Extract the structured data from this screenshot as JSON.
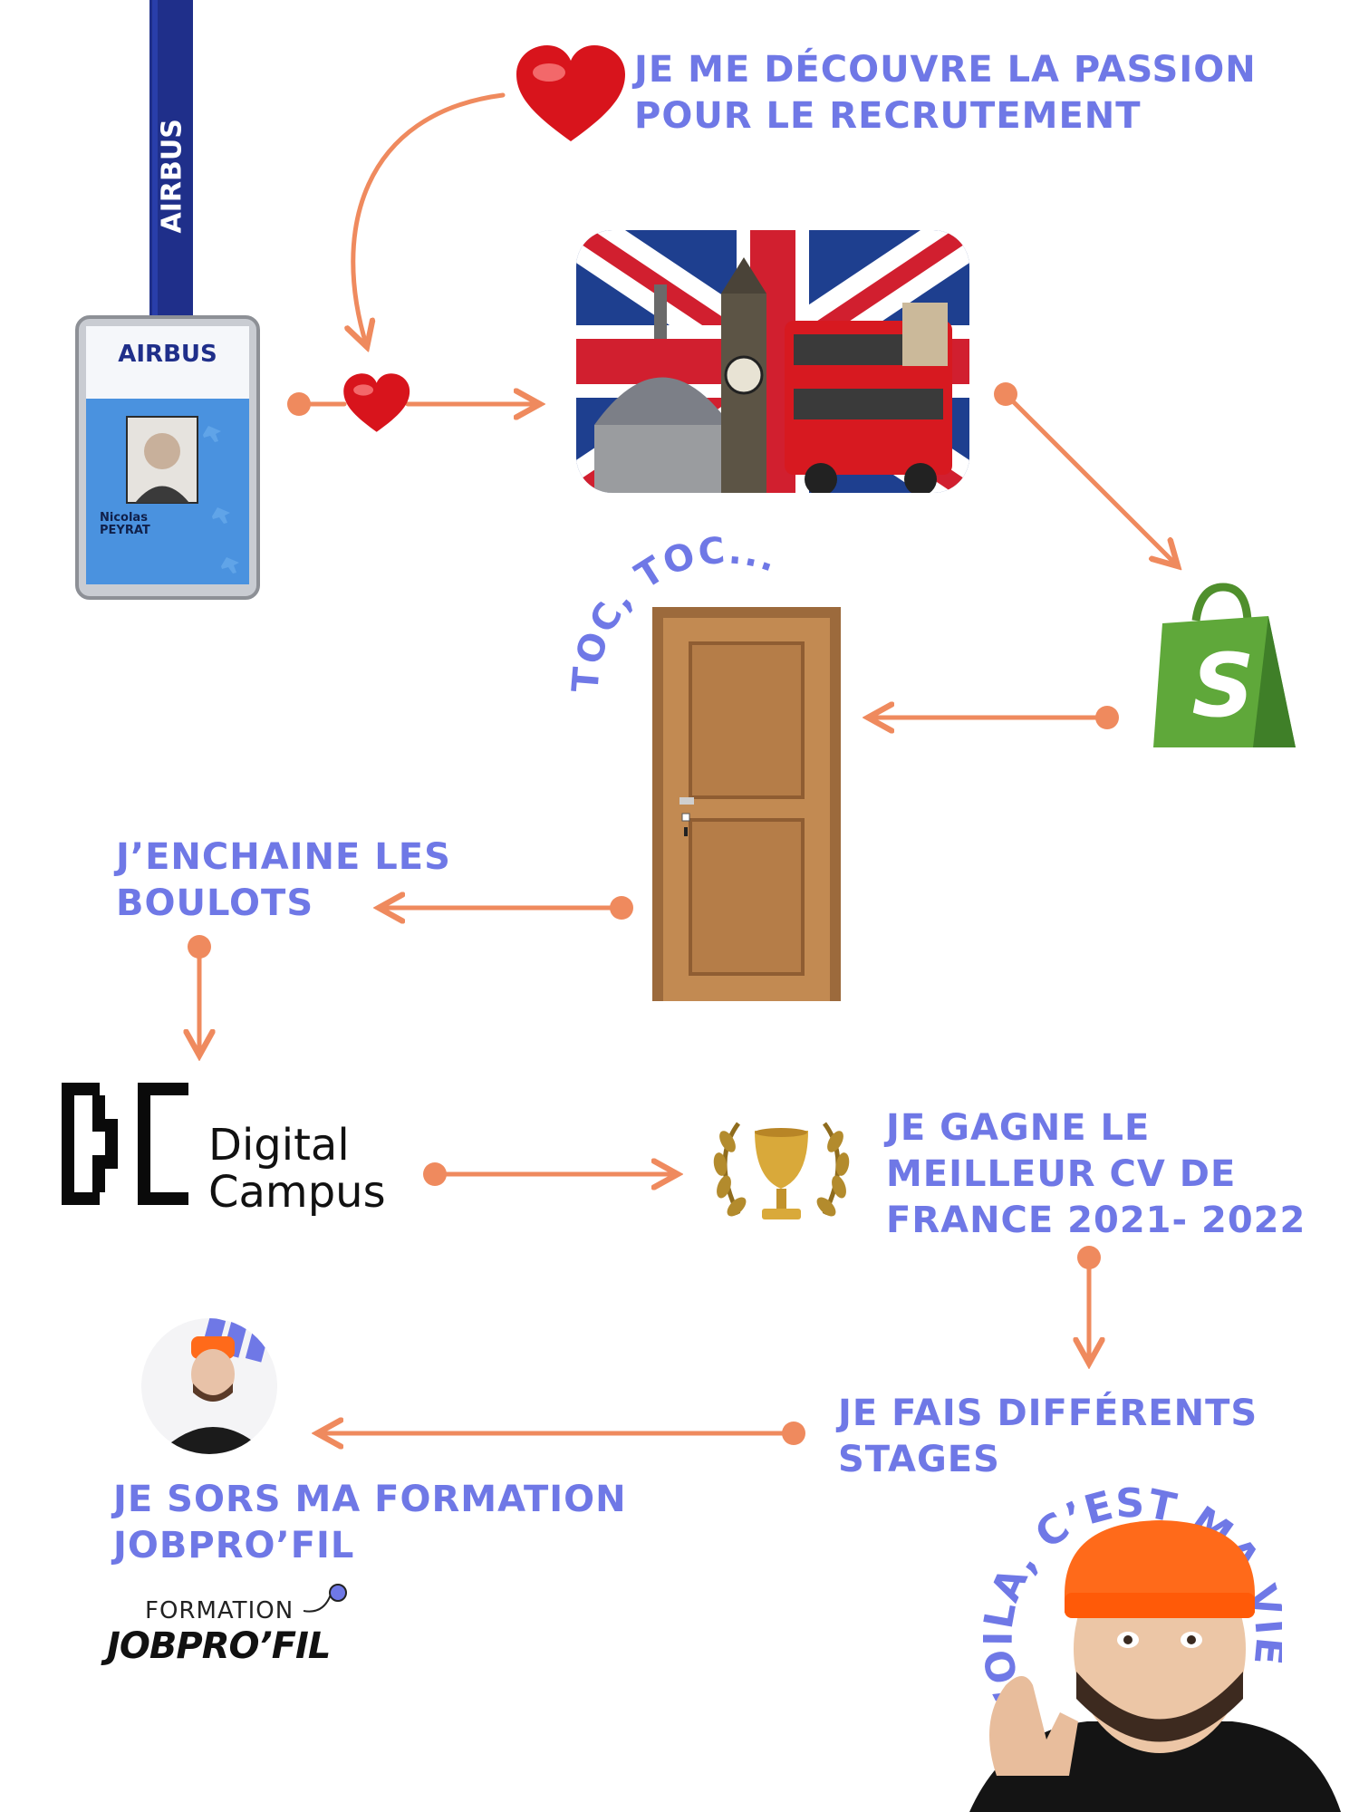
{
  "steps": {
    "passion": "JE ME DÉCOUVRE LA PASSION\nPOUR LE RECRUTEMENT",
    "boulots": "J’ENCHAINE LES\nBOULOTS",
    "cv": "JE GAGNE LE\nMEILLEUR CV DE\nFRANCE 2021- 2022",
    "stages": "JE FAIS DIFFÉRENTS\nSTAGES",
    "formation": "JE SORS MA FORMATION\nJOBPRO’FIL"
  },
  "toc_toc": "TOC, TOC...",
  "voila": "VOILA, C’EST MA VIE",
  "badge": {
    "lanyard": "AIRBUS",
    "company": "AIRBUS",
    "holder": "Nicolas\nPEYRAT"
  },
  "digital_campus": "Digital\nCampus",
  "jobprofil": {
    "formation": "FORMATION",
    "name": "JOBPRO’FIL"
  },
  "colors": {
    "accent_text": "#6f78e6",
    "arrows": "#ef8a5e",
    "shopify_green": "#5fa83a",
    "door_wood": "#c28a52",
    "beanie_orange": "#ff6a1a"
  },
  "icons": [
    "airbus-badge-icon",
    "heart-icon",
    "london-collage-icon",
    "shopify-bag-icon",
    "door-icon",
    "digital-campus-logo",
    "trophy-icon",
    "avatar-icon",
    "jobprofil-logo",
    "portrait-icon"
  ]
}
